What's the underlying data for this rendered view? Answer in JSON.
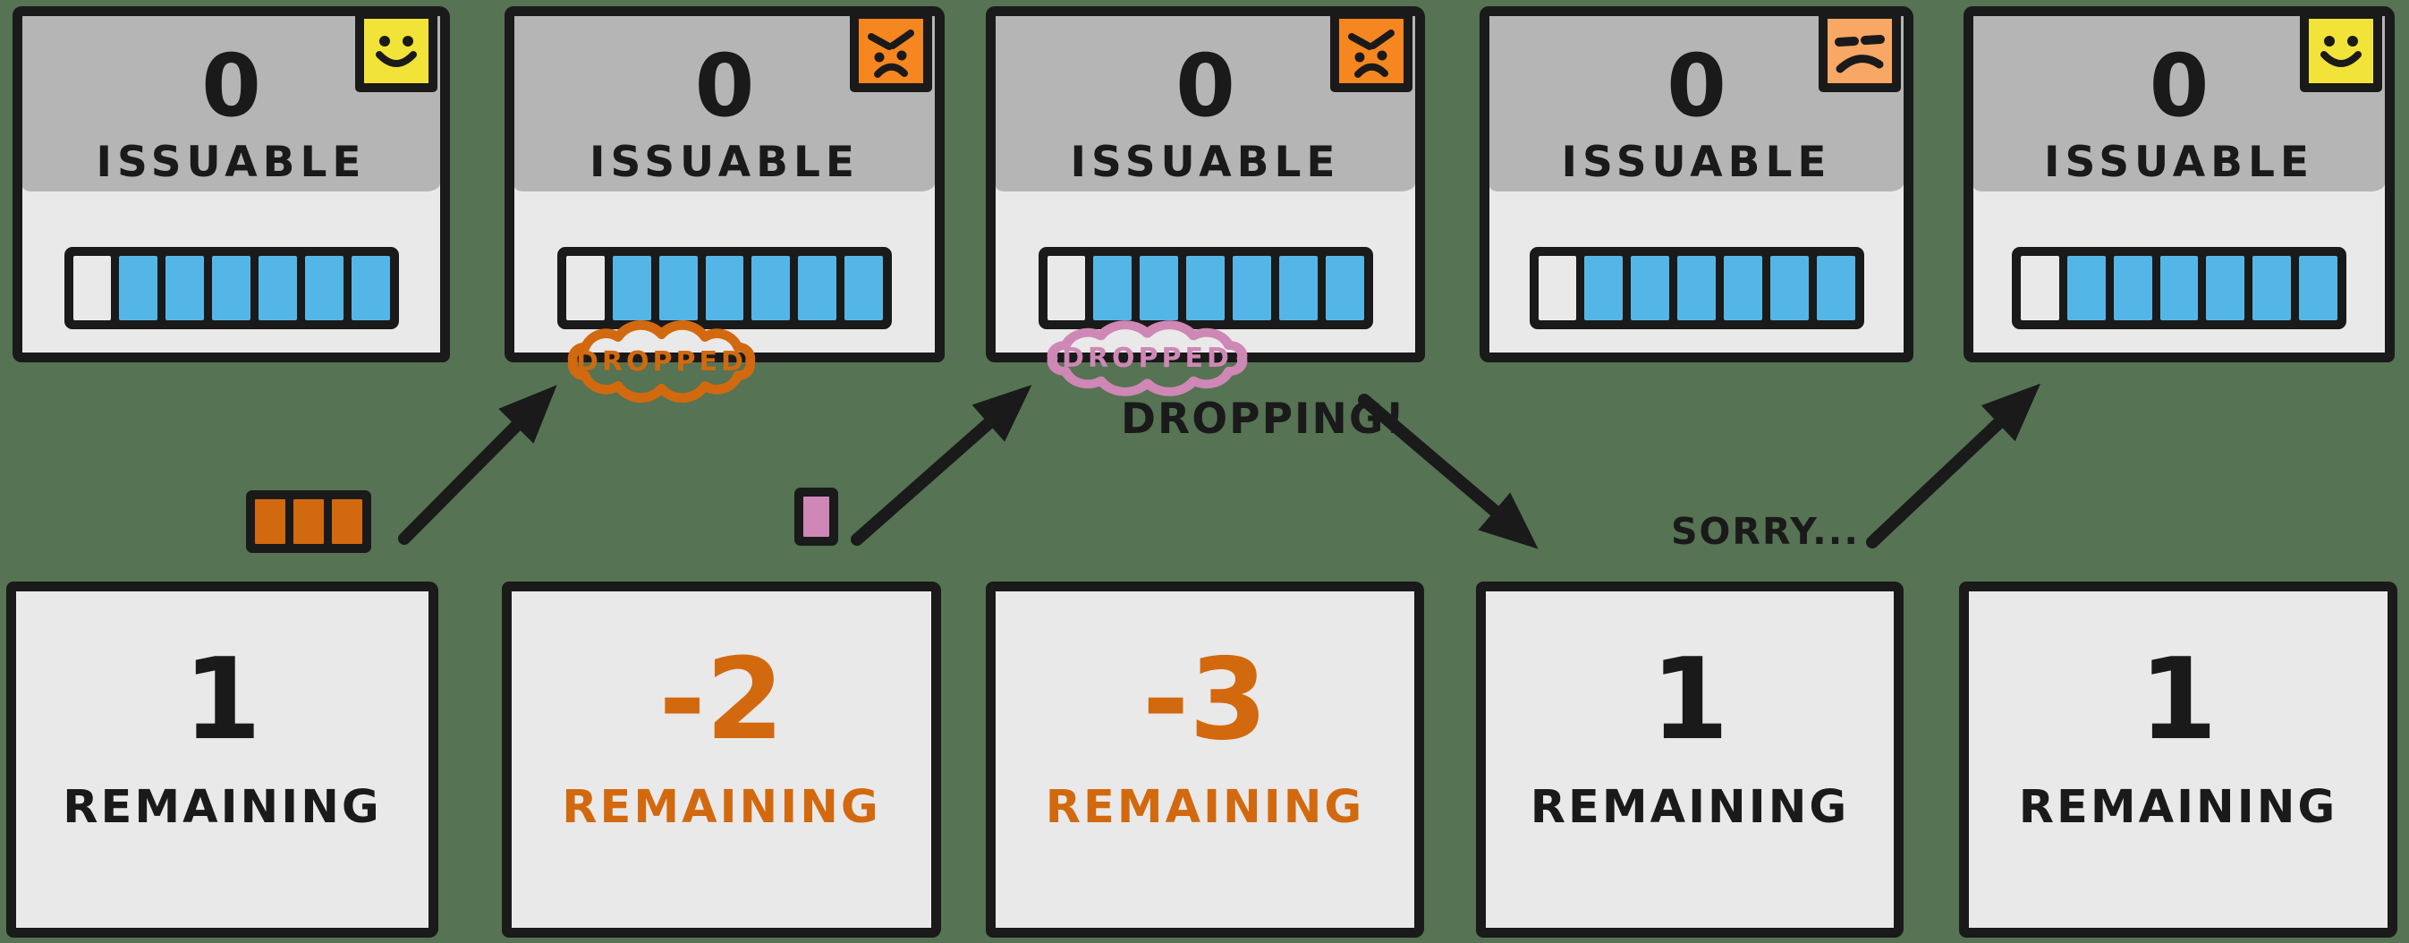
{
  "colors": {
    "background": "#567353",
    "outline": "#1a1a1a",
    "card_header_gray": "#b5b5b5",
    "card_body_gray": "#e9e9e9",
    "bar_blue": "#54b6e7",
    "happy_yellow": "#f2e339",
    "angry_orange": "#f6861f",
    "unamused_peach": "#f9a765",
    "drop_orange": "#d2690e",
    "drop_pink": "#cf87b6"
  },
  "panels": [
    {
      "issuable_value": "0",
      "issuable_label": "ISSUABLE",
      "face": "happy",
      "face_color": "#f2e339",
      "bar": {
        "cells": 7,
        "filled": 6,
        "fill_color": "#54b6e7",
        "empty_color": "#e9e9e9"
      },
      "remaining": {
        "value": "1",
        "label": "REMAINING",
        "color": "#1a1a1a"
      }
    },
    {
      "issuable_value": "0",
      "issuable_label": "ISSUABLE",
      "face": "angry",
      "face_color": "#f6861f",
      "bar": {
        "cells": 7,
        "filled": 6,
        "fill_color": "#54b6e7",
        "empty_color": "#e9e9e9"
      },
      "badge": {
        "label": "DROPPED",
        "color": "#d2690e"
      },
      "remaining": {
        "value": "-2",
        "label": "REMAINING",
        "color": "#d2690e"
      }
    },
    {
      "issuable_value": "0",
      "issuable_label": "ISSUABLE",
      "face": "angry",
      "face_color": "#f6861f",
      "bar": {
        "cells": 7,
        "filled": 6,
        "fill_color": "#54b6e7",
        "empty_color": "#e9e9e9"
      },
      "badge": {
        "label": "DROPPED",
        "color": "#cf87b6"
      },
      "remaining": {
        "value": "-3",
        "label": "REMAINING",
        "color": "#d2690e"
      }
    },
    {
      "issuable_value": "0",
      "issuable_label": "ISSUABLE",
      "face": "unamused",
      "face_color": "#f9a765",
      "bar": {
        "cells": 7,
        "filled": 6,
        "fill_color": "#54b6e7",
        "empty_color": "#e9e9e9"
      },
      "remaining": {
        "value": "1",
        "label": "REMAINING",
        "color": "#1a1a1a"
      }
    },
    {
      "issuable_value": "0",
      "issuable_label": "ISSUABLE",
      "face": "happy",
      "face_color": "#f2e339",
      "bar": {
        "cells": 7,
        "filled": 6,
        "fill_color": "#54b6e7",
        "empty_color": "#e9e9e9"
      },
      "remaining": {
        "value": "1",
        "label": "REMAINING",
        "color": "#1a1a1a"
      }
    }
  ],
  "annotations": {
    "dropping_label": "DROPPING!",
    "sorry_label": "SORRY...",
    "blocks": [
      {
        "cells": 3,
        "color": "#d2690e"
      },
      {
        "cells": 1,
        "color": "#cf87b6"
      }
    ]
  }
}
